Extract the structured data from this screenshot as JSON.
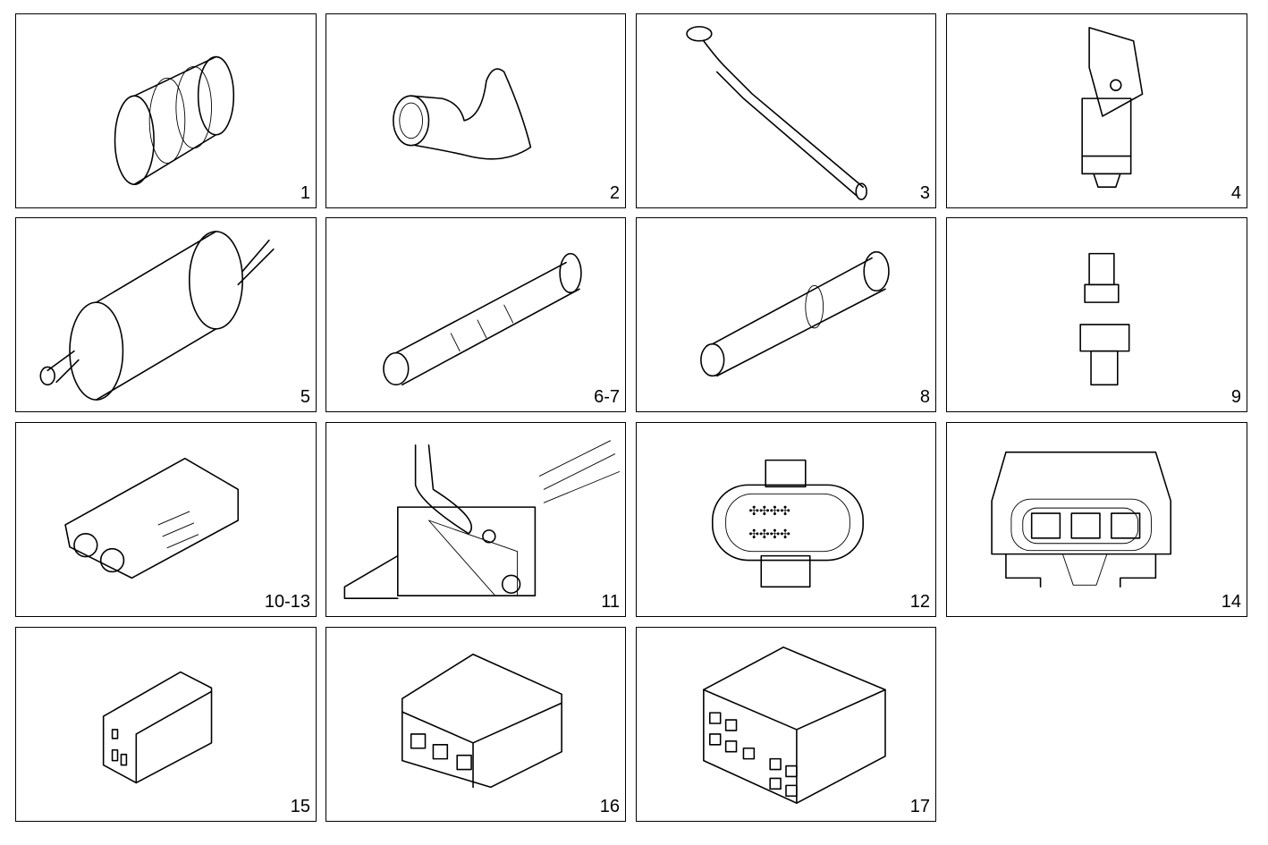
{
  "diagram": {
    "type": "parts-catalog-grid",
    "columns": 4,
    "rows": 4,
    "panels": [
      {
        "label": "1",
        "part": "hose-coupling"
      },
      {
        "label": "2",
        "part": "rubber-grommet-boot"
      },
      {
        "label": "3",
        "part": "hose-with-clip"
      },
      {
        "label": "4",
        "part": "fuel-filter-with-bracket"
      },
      {
        "label": "5",
        "part": "inline-fuel-filter"
      },
      {
        "label": "6-7",
        "part": "corrugated-hose-connector"
      },
      {
        "label": "8",
        "part": "threaded-connector"
      },
      {
        "label": "9",
        "part": "pressure-sensor"
      },
      {
        "label": "10-13",
        "part": "two-pin-connector-housing"
      },
      {
        "label": "11",
        "part": "connector-with-locking-lever"
      },
      {
        "label": "12",
        "part": "eight-pin-connector"
      },
      {
        "label": "14",
        "part": "three-pin-connector"
      },
      {
        "label": "15",
        "part": "two-row-connector-housing"
      },
      {
        "label": "16",
        "part": "three-way-connector-housing"
      },
      {
        "label": "17",
        "part": "ten-pin-connector-housing"
      }
    ]
  }
}
